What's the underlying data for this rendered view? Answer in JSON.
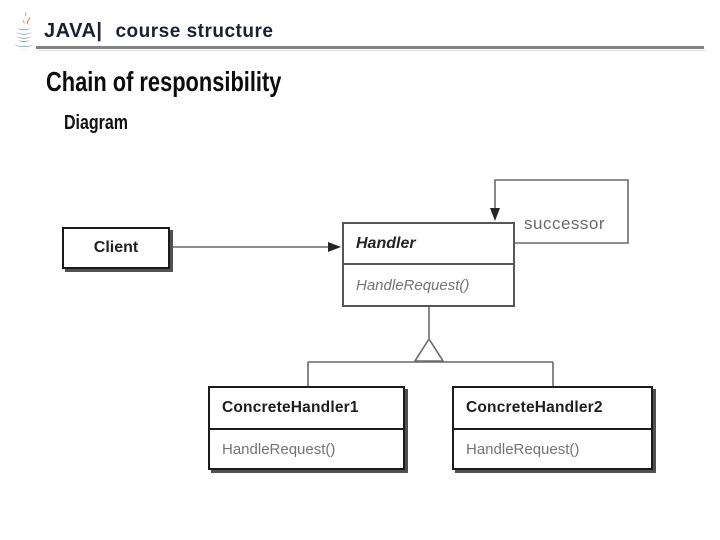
{
  "header": {
    "brand": "JAVA|",
    "course_title": "course structure",
    "logo_icon": "java-coffee-cup-logo",
    "text_color": "#1a212e",
    "rule_color": "#828282"
  },
  "slide": {
    "title": "Chain of responsibility",
    "subtitle": "Diagram",
    "background": "#ffffff"
  },
  "diagram": {
    "client": {
      "name": "Client"
    },
    "handler": {
      "name": "Handler",
      "method": "HandleRequest()"
    },
    "successor_label": "successor",
    "concrete_handler_1": {
      "name": "ConcreteHandler1",
      "method": "HandleRequest()"
    },
    "concrete_handler_2": {
      "name": "ConcreteHandler2",
      "method": "HandleRequest()"
    },
    "colors": {
      "box_border": "#1b1b1b",
      "handler_border": "#565656",
      "line": "#6a6a6a",
      "shadow": "#515151",
      "muted_text": "#747474",
      "logo_red": "#c8442c",
      "logo_blue": "#2d5f9e"
    }
  }
}
